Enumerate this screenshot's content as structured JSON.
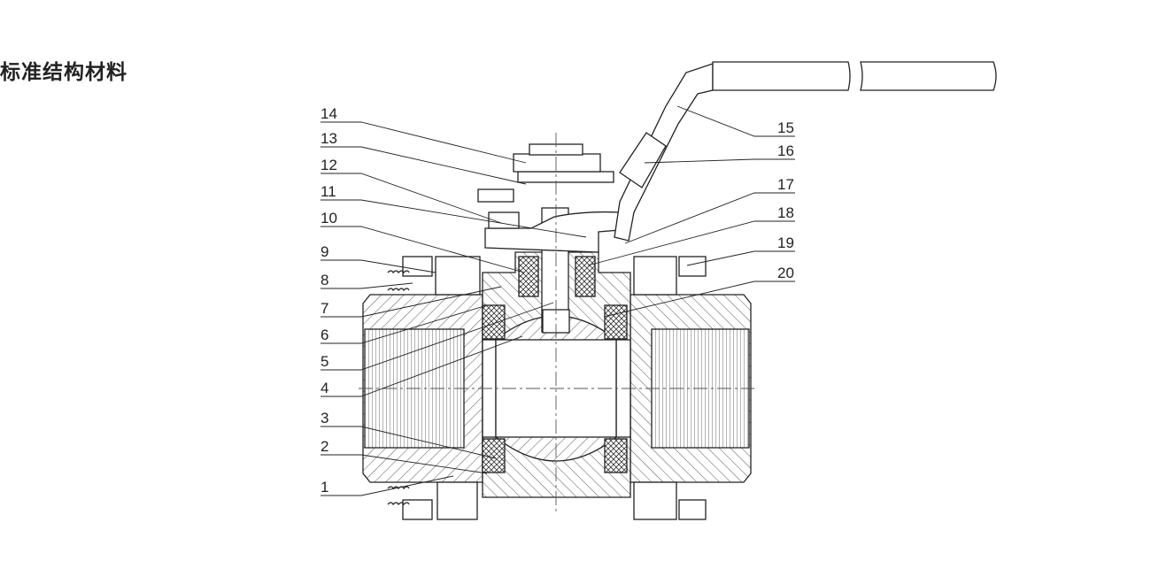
{
  "title": "标准结构材料",
  "callouts_left": [
    "14",
    "13",
    "12",
    "11",
    "10",
    "9",
    "8",
    "7",
    "6",
    "5",
    "4",
    "3",
    "2",
    "1"
  ],
  "callouts_right": [
    "15",
    "16",
    "17",
    "18",
    "19",
    "20"
  ]
}
